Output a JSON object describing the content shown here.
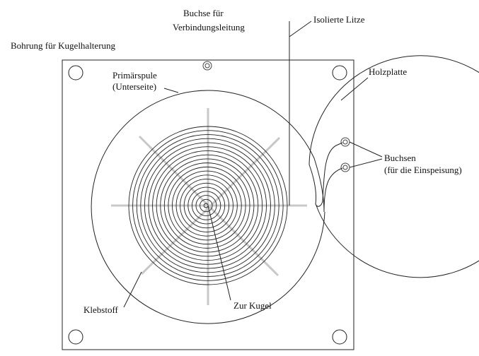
{
  "labels": {
    "bohrung": "Bohrung für Kugelhalterung",
    "buchse_line1": "Buchse für",
    "buchse_line2": "Verbindungsleitung",
    "litze": "Isolierte Litze",
    "primaer_line1": "Primärspule",
    "primaer_line2": "(Unterseite)",
    "holzplatte": "Holzplatte",
    "buchsen_line1": "Buchsen",
    "buchsen_line2": "(für die Einspeisung)",
    "klebstoff": "Klebstoff",
    "kugel": "Zur Kugel"
  },
  "secondary_coil_turns": 20,
  "colors": {
    "line": "#222222",
    "glue": "#c8c8c8"
  }
}
